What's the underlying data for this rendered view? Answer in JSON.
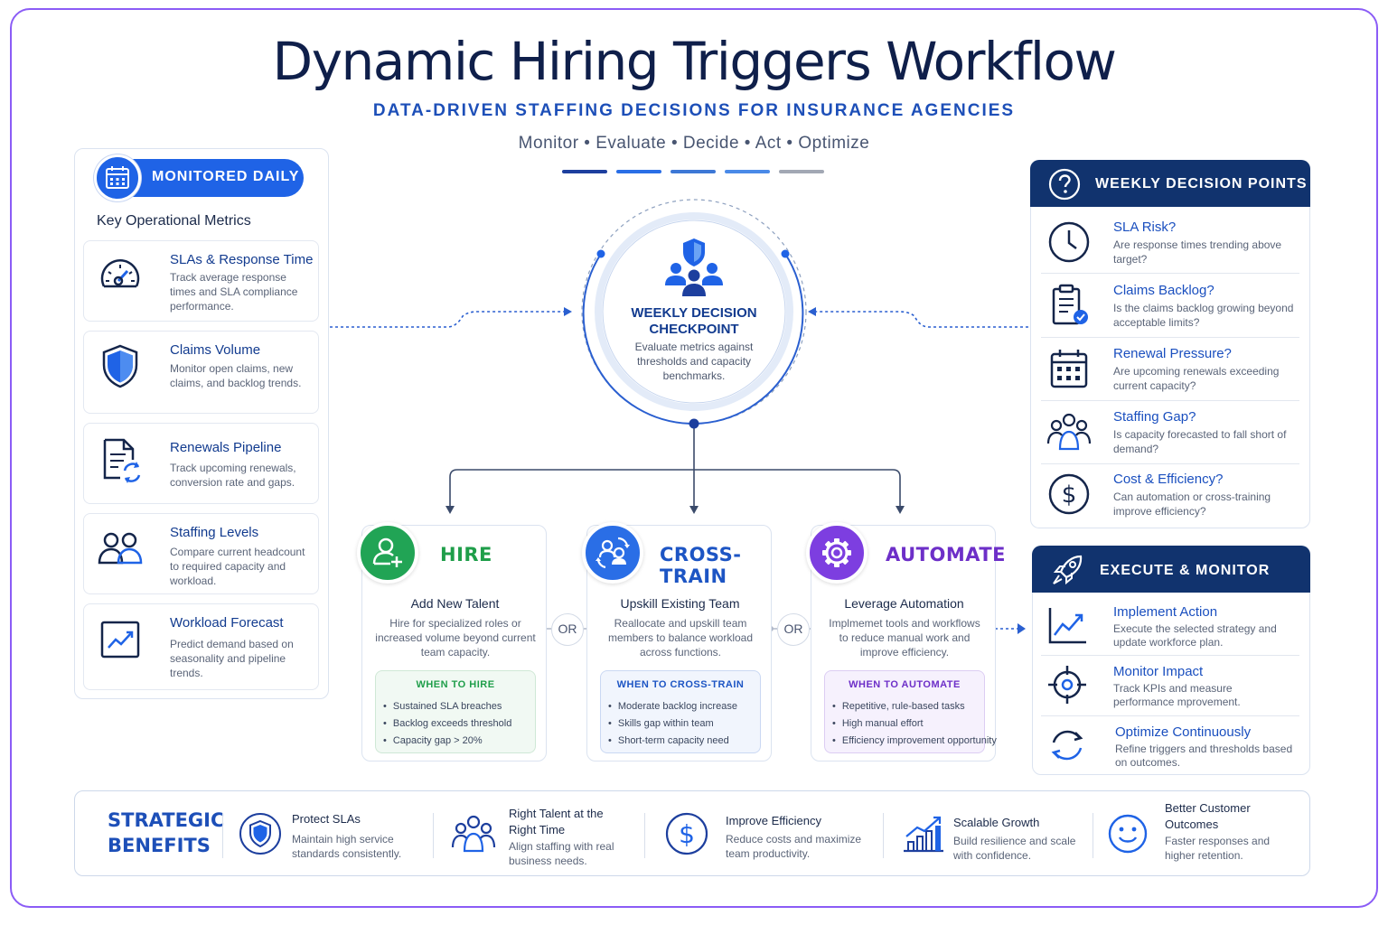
{
  "header": {
    "title": "Dynamic Hiring Triggers Workflow",
    "subtitle": "DATA-DRIVEN STAFFING DECISIONS FOR INSURANCE AGENCIES",
    "steps": "Monitor • Evaluate • Decide • Act • Optimize",
    "bar_colors": [
      "#1d3f9e",
      "#2a6ee6",
      "#3d78d6",
      "#4a8ae8",
      "#a2a8b4"
    ]
  },
  "left_panel": {
    "badge": "MONITORED DAILY",
    "heading": "Key Operational Metrics",
    "metrics": [
      {
        "title": "SLAs & Response Time",
        "desc": "Track average response times and SLA compliance performance.",
        "icon": "speedometer-icon"
      },
      {
        "title": "Claims Volume",
        "desc": "Monitor open claims, new claims, and backlog trends.",
        "icon": "shield-icon"
      },
      {
        "title": "Renewals Pipeline",
        "desc": "Track upcoming renewals, conversion rate and gaps.",
        "icon": "document-refresh-icon"
      },
      {
        "title": "Staffing Levels",
        "desc": "Compare current headcount to required capacity and workload.",
        "icon": "people-icon"
      },
      {
        "title": "Workload Forecast",
        "desc": "Predict demand based on seasonality and pipeline trends.",
        "icon": "trend-chart-icon"
      }
    ]
  },
  "checkpoint": {
    "title_line1": "WEEKLY DECISION",
    "title_line2": "CHECKPOINT",
    "desc": "Evaluate metrics against thresholds and capacity benchmarks."
  },
  "options": [
    {
      "name": "HIRE",
      "color": "#1f9e4a",
      "badge_color": "#21a455",
      "heading": "Add New Talent",
      "desc": "Hire for specialized roles or increased volume beyond current team capacity.",
      "when_title": "WHEN TO HIRE",
      "when_items": [
        "Sustained SLA breaches",
        "Backlog exceeds threshold",
        "Capacity gap > 20%"
      ]
    },
    {
      "name": "CROSS-TRAIN",
      "color": "#1d55c4",
      "badge_color": "#2a6ee6",
      "heading": "Upskill Existing Team",
      "desc": "Reallocate and upskill team members to balance workload across functions.",
      "when_title": "WHEN TO CROSS-TRAIN",
      "when_items": [
        "Moderate backlog increase",
        "Skills gap within team",
        "Short-term capacity need"
      ]
    },
    {
      "name": "AUTOMATE",
      "color": "#6d2fc8",
      "badge_color": "#7d3ee0",
      "heading": "Leverage Automation",
      "desc": "Implmemet tools and workflows to reduce manual work and improve efficiency.",
      "when_title": "WHEN TO AUTOMATE",
      "when_items": [
        "Repetitive, rule-based tasks",
        "High manual effort",
        "Efficiency improvement opportunity"
      ]
    }
  ],
  "or_label": "OR",
  "weekly": {
    "header": "WEEKLY DECISION POINTS",
    "items": [
      {
        "title": "SLA Risk?",
        "desc": "Are response times trending above target?",
        "icon": "clock-icon"
      },
      {
        "title": "Claims Backlog?",
        "desc": "Is the claims backlog growing beyond acceptable limits?",
        "icon": "clipboard-check-icon"
      },
      {
        "title": "Renewal Pressure?",
        "desc": "Are upcoming renewals exceeding current capacity?",
        "icon": "calendar-icon"
      },
      {
        "title": "Staffing Gap?",
        "desc": "Is capacity forecasted to fall short of demand?",
        "icon": "team-icon"
      },
      {
        "title": "Cost & Efficiency?",
        "desc": "Can automation or cross-training improve efficiency?",
        "icon": "dollar-icon"
      }
    ]
  },
  "execute": {
    "header": "EXECUTE & MONITOR",
    "items": [
      {
        "title": "Implement Action",
        "desc": "Execute the selected strategy and update workforce plan.",
        "icon": "trend-up-icon"
      },
      {
        "title": "Monitor Impact",
        "desc": "Track KPIs and measure performance mprovement.",
        "icon": "target-icon"
      },
      {
        "title": "Optimize Continuously",
        "desc": "Refine triggers and thresholds based on outcomes.",
        "icon": "cycle-icon"
      }
    ]
  },
  "benefits": {
    "label_line1": "STRATEGIC",
    "label_line2": "BENEFITS",
    "items": [
      {
        "title": "Protect SLAs",
        "desc": "Maintain high service standards consistently.",
        "icon": "shield-icon"
      },
      {
        "title": "Right Talent at the Right Time",
        "desc": "Align staffing with real business needs.",
        "icon": "team-icon"
      },
      {
        "title": "Improve Efficiency",
        "desc": "Reduce costs and maximize team productivity.",
        "icon": "dollar-icon"
      },
      {
        "title": "Scalable Growth",
        "desc": "Build resilience and scale with confidence.",
        "icon": "growth-chart-icon"
      },
      {
        "title": "Better Customer Outcomes",
        "desc": "Faster responses and higher retention.",
        "icon": "smile-icon"
      }
    ]
  }
}
